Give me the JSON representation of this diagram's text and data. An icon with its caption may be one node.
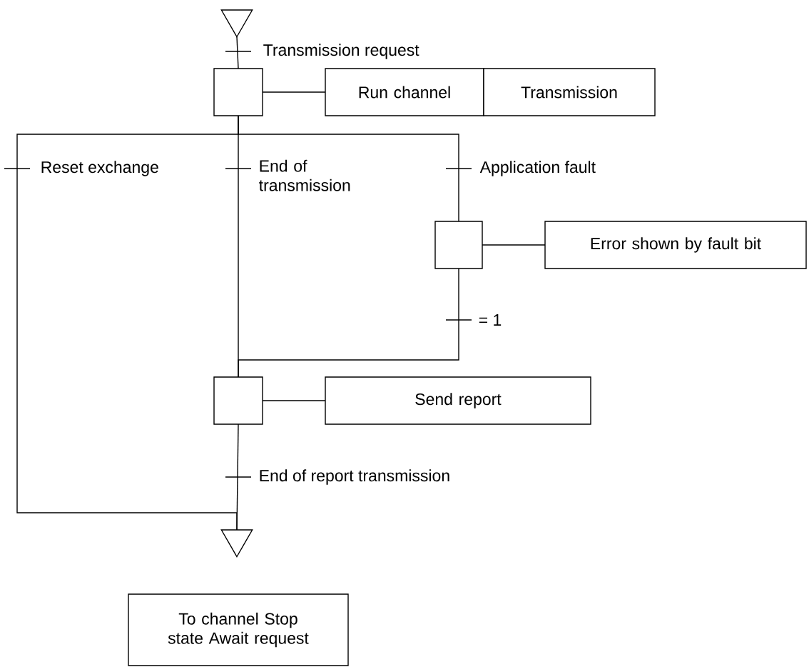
{
  "diagram": {
    "nodes": [
      {
        "text": [],
        "shape": "triangle"
      },
      {
        "text": [],
        "shape": "box"
      },
      {
        "text": [
          "Run channel"
        ]
      },
      {
        "text": [
          "Transmission"
        ]
      },
      {
        "text": [],
        "shape": "box"
      },
      {
        "text": [
          "Error shown by fault bit"
        ]
      },
      {
        "text": [],
        "shape": "box"
      },
      {
        "text": [
          "Send report"
        ]
      },
      {
        "text": [],
        "shape": "triangle"
      },
      {
        "text": [
          "To channel Stop state Await request"
        ]
      }
    ],
    "edges": [
      {
        "from": 0,
        "to": 1,
        "arrow": "none",
        "label": "Transmission request"
      },
      {
        "from": 1,
        "to": 2,
        "arrow": "none"
      },
      {
        "from": 1,
        "to": 8,
        "arrow": "none",
        "label": "Reset exchange"
      },
      {
        "from": 1,
        "to": 6,
        "arrow": "none",
        "label": "End of transmission"
      },
      {
        "from": 1,
        "to": 4,
        "arrow": "none",
        "label": "Application fault"
      },
      {
        "from": 4,
        "to": 5,
        "arrow": "none"
      },
      {
        "from": 4,
        "to": 6,
        "arrow": "none",
        "label": "= 1"
      },
      {
        "from": 6,
        "to": 7,
        "arrow": "none"
      },
      {
        "from": 6,
        "to": 8,
        "arrow": "none",
        "label": "End of report transmission"
      }
    ]
  }
}
